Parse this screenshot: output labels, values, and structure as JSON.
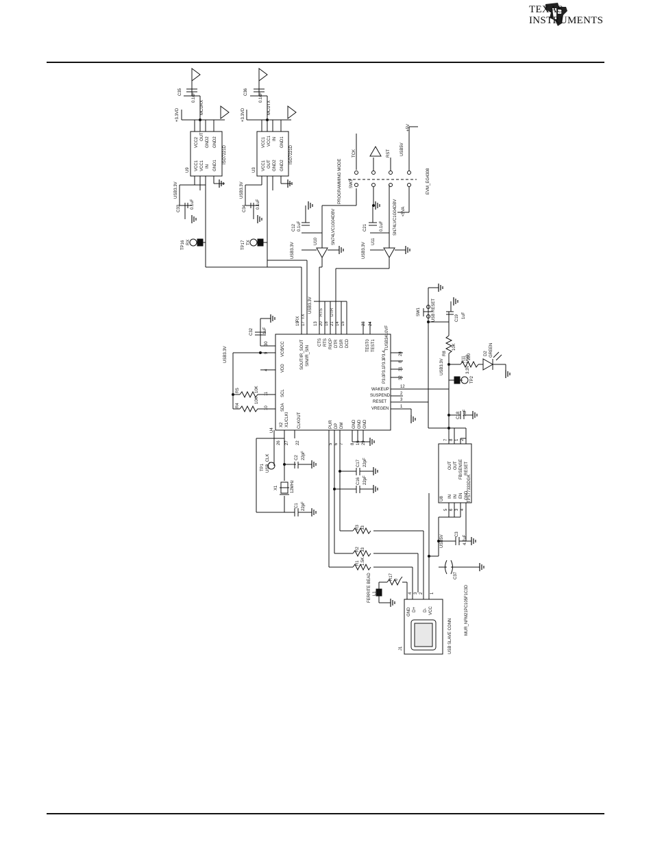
{
  "header": {
    "brand_line1": "TEXAS",
    "brand_line2": "INSTRUMENTS"
  },
  "schematic": {
    "u9": {
      "ref": "U9",
      "part": "ISO7221D",
      "pins": [
        "VCC1",
        "VCC1",
        "IN",
        "GND1",
        "VCC2",
        "OUT",
        "GND2",
        "GND2"
      ],
      "rail": "+3.3VD",
      "net_out": "MCURX",
      "cap_top": "C35",
      "cap_bot": "C33",
      "cap_val": "0.1uF",
      "pwr": "USB3.3V"
    },
    "u3": {
      "ref": "U3",
      "part": "ISO7221D",
      "pins": [
        "VCC1",
        "OUT",
        "GND2",
        "GND2",
        "VCC1",
        "VCC1",
        "IN",
        "GND1"
      ],
      "rail": "+3.3VD",
      "net_out": "MCUTX",
      "cap_top": "C36",
      "cap_bot": "C34",
      "cap_val": "0.1uF",
      "pwr": "USB3.3V"
    },
    "tp16": {
      "ref": "TP16",
      "label": "RX"
    },
    "tp17": {
      "ref": "TP17",
      "label": "TX"
    },
    "u10": {
      "ref": "U10",
      "part": "SN74LVC1G04DBV",
      "cap": "C12",
      "cap_val": "0.1uF",
      "pwr": "USB3.3V"
    },
    "u11": {
      "ref": "U11",
      "part": "SN74LVC1G04DBV",
      "cap": "C21",
      "cap_val": "0.1uF",
      "pwr": "USB3.3V"
    },
    "sw3": {
      "ref": "SW3",
      "label": "PROGRAMMING MODE",
      "nets": [
        "TCK",
        "RST"
      ],
      "part": "EVM_EG4308",
      "rail": "+5V",
      "usb": "USB5V",
      "cap": "<5VA"
    },
    "u4": {
      "ref": "U4",
      "part": "TUSB3410VF",
      "left_pins": [
        "VCC",
        "VCC",
        "VDD",
        "SCL",
        "SDA",
        "X2",
        "X1/CLKI"
      ],
      "left_nums": [
        "30",
        "9",
        "4",
        "11",
        "10",
        "26",
        "27"
      ],
      "top_pins": [
        "SOUT/IR_SOUT",
        "SIN/IR_SIN",
        "CTS",
        "RTS",
        "RI/CP",
        "DTR",
        "DSR",
        "DCD",
        "TEST0",
        "TEST1"
      ],
      "top_nums": [
        "19",
        "17",
        "13",
        "20",
        "18",
        "21",
        "14",
        "15",
        "23",
        "24"
      ],
      "right_pins": [
        "P3.4",
        "P3.3",
        "P3.1",
        "P3.0",
        "WAKEUP",
        "SUSPEND",
        "RESET",
        "VREGEN"
      ],
      "right_nums": [
        "28",
        "8",
        "31",
        "32",
        "12",
        "2",
        "3",
        "1"
      ],
      "bottom_pins": [
        "CLKOUT",
        "PUR",
        "DP",
        "DM",
        "GND",
        "GND",
        "GND"
      ],
      "bottom_nums": [
        "22",
        "5",
        "6",
        "7",
        "8",
        "16",
        "29"
      ],
      "c32": "C32",
      "c32_val": "1uF",
      "pwr": "USB3.3V",
      "r5": "R5",
      "r4": "R4",
      "r_val": "10K"
    },
    "tp1": {
      "ref": "TP1",
      "label": "USB_CLK"
    },
    "x1": {
      "ref": "X1",
      "val": "12MHz"
    },
    "caps_xtal": [
      {
        "ref": "C2",
        "val": "22pF"
      },
      {
        "ref": "C1",
        "val": "22pF"
      }
    ],
    "caps_usb": [
      {
        "ref": "C17",
        "val": "22pF"
      },
      {
        "ref": "C16",
        "val": "22pF"
      }
    ],
    "resistors": [
      {
        "ref": "R3",
        "val": "33"
      },
      {
        "ref": "R2",
        "val": "33"
      },
      {
        "ref": "R1",
        "val": "1.5K"
      },
      {
        "ref": "R17",
        "val": "0"
      }
    ],
    "sw1": {
      "ref": "SW1",
      "label": "USB RESET"
    },
    "c19": {
      "ref": "C19",
      "val": "1uF"
    },
    "r8": {
      "ref": "R8",
      "val": "10K"
    },
    "r11": {
      "ref": "R11",
      "val": "220"
    },
    "d2": {
      "ref": "D2",
      "val": "GREEN"
    },
    "tp2": {
      "ref": "TP2",
      "label": "3.3V_USB"
    },
    "c18": {
      "ref": "C18",
      "val": "1uF"
    },
    "u8": {
      "ref": "U8",
      "part": "TPS77333DGK",
      "left": [
        "IN",
        "IN",
        "EN",
        "GND"
      ],
      "right": [
        "OUT",
        "OUT",
        "FB/SENSE",
        "RESET"
      ],
      "lnums": [
        "5",
        "6",
        "3",
        "4"
      ],
      "rnums": [
        "7",
        "8",
        "1",
        "2"
      ]
    },
    "c3": {
      "ref": "C3",
      "val": "4.7uF",
      "pwr": "USB5V"
    },
    "c37": {
      "ref": "C37",
      "part": "MUR_NFM21PC105F1C3D"
    },
    "l1": {
      "ref": "L1",
      "label": "FERRITE BEAD"
    },
    "j1": {
      "ref": "J1",
      "label": "USB SLAVE CONN",
      "pins": [
        "GND",
        "D+",
        "D-",
        "VCC"
      ],
      "nums": [
        "4",
        "3",
        "2",
        "1"
      ]
    }
  }
}
